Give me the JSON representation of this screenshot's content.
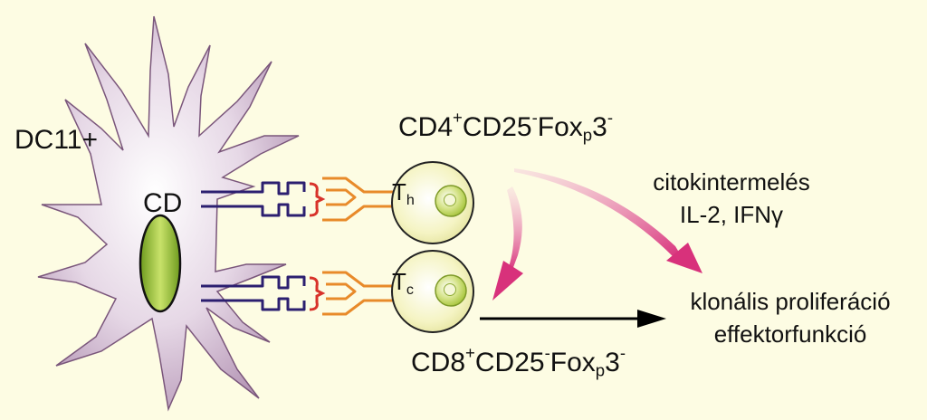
{
  "colors": {
    "background": "#fdfce3",
    "dendritic_cell": "#b290b4",
    "nucleus": "#9ec23a",
    "t_cell": "#f0efaa",
    "mhc_receptor": "#2c1f70",
    "tcr": "#e88a2a",
    "peptide": "#d8322a",
    "cytokine_arrow": "#d8317b",
    "proliferation_arrow": "#000000"
  },
  "dendritic_cell": {
    "label": "DC11+",
    "receptor_label": "CD"
  },
  "t_cells": {
    "helper": {
      "letter": "T",
      "subscript": "h"
    },
    "cytotoxic": {
      "letter": "T",
      "subscript": "c"
    }
  },
  "phenotypes": {
    "cd4": {
      "a": "CD4",
      "a_sup": "+",
      "b": "CD25",
      "b_sup": "-",
      "c": "Fox",
      "c_sub": "p",
      "d": "3",
      "d_sup": "-"
    },
    "cd8": {
      "a": "CD8",
      "a_sup": "+",
      "b": "CD25",
      "b_sup": "-",
      "c": "Fox",
      "c_sub": "p",
      "d": "3",
      "d_sup": "-"
    }
  },
  "cytokine": {
    "line1": "citokintermelés",
    "line2": "IL-2, IFNγ"
  },
  "outcome": {
    "line1": "klonális proliferáció",
    "line2": "effektorfunkció"
  }
}
